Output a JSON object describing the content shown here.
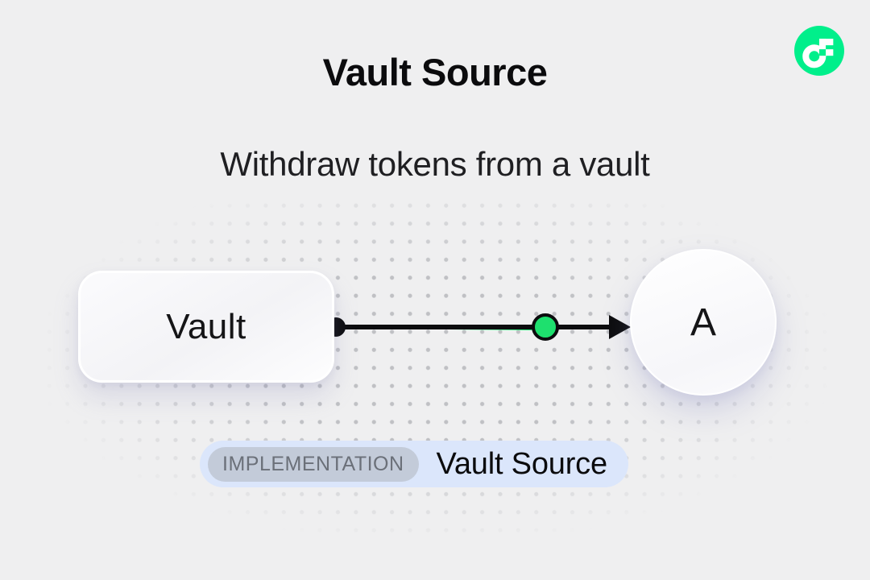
{
  "header": {
    "title": "Vault Source",
    "subtitle": "Withdraw tokens from a vault"
  },
  "diagram": {
    "vault_node": {
      "label": "Vault"
    },
    "receiver_node": {
      "label": "A"
    }
  },
  "footer_badge": {
    "tag": "IMPLEMENTATION",
    "label": "Vault Source"
  },
  "icons": {
    "logo": "flow-logo-icon"
  },
  "colors": {
    "background": "#EFEFF0",
    "flow-green": "#00EF8B",
    "connector-green": "#1EE06E",
    "line-black": "#0C0C0E",
    "badge-bg": "#DBE6FB",
    "tag-bg": "#C3CBD9",
    "tag-text": "#6B7079",
    "title-text": "#0B0B0D",
    "subtitle-text": "#1F1F22",
    "node-text": "#151517"
  }
}
